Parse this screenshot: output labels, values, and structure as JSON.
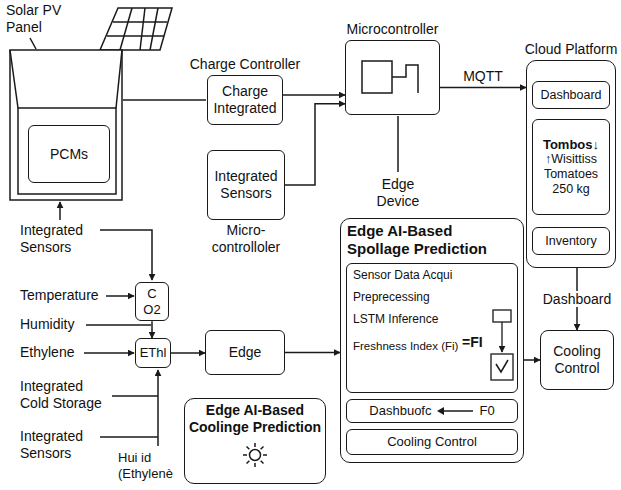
{
  "diagram": {
    "nodes": [
      {
        "text": [
          "PCMs"
        ]
      },
      {
        "text": [
          "Charge Controller",
          "Charge Integrated"
        ]
      },
      {
        "text": [
          "Microcontroller"
        ]
      },
      {
        "text": [
          "Cloud Platform"
        ]
      },
      {
        "text": [
          "Dashboard"
        ],
        "in": 3
      },
      {
        "text": [
          "Tombos↓",
          "↑Wisittiss",
          "Tomatoes 250 kg"
        ],
        "in": 3
      },
      {
        "text": [
          "Inventory"
        ],
        "in": 3
      },
      {
        "text": [
          "Integrated Sensors",
          "Micro- controlloler"
        ]
      },
      {
        "text": [
          "C O2"
        ]
      },
      {
        "text": [
          "EThl"
        ]
      },
      {
        "text": [
          "Edge"
        ]
      },
      {
        "text": [
          "Edge AI-Based Spollage Prediction"
        ]
      },
      {
        "text": [
          "Sensor Data Acqui",
          "Preprecessing",
          "LSTM Inference",
          "Freshness Index (Fi)",
          "=FI"
        ],
        "in": 11
      },
      {
        "text": [
          "Dashbuofc",
          "F0"
        ],
        "in": 11
      },
      {
        "text": [
          "Cooling Control"
        ],
        "in": 11
      },
      {
        "text": [
          "Cooling Control"
        ]
      },
      {
        "text": [
          "Edge AI-Based Coolinge Prediction"
        ]
      }
    ],
    "edges": [
      {
        "from": 1,
        "to": 2,
        "arrow": "to"
      },
      {
        "from": 7,
        "to": 2,
        "arrow": "to"
      },
      {
        "from": 2,
        "to": 3,
        "label": "MQTT",
        "arrow": "to"
      },
      {
        "from": 8,
        "to": 9,
        "arrow": "to"
      },
      {
        "from": 9,
        "to": 10,
        "arrow": "to"
      },
      {
        "from": 10,
        "to": 11,
        "arrow": "to"
      },
      {
        "from": 11,
        "to": 15,
        "arrow": "to"
      },
      {
        "from": 3,
        "to": 15,
        "label": "Dashboard",
        "arrow": "to"
      }
    ],
    "labels": [
      "Solar PV Panel",
      "Edge Device",
      "Integrated Sensors",
      "Temperature",
      "Humidity",
      "Ethylene",
      "Integrated Cold Storage",
      "Integrated Sensors",
      "Hui id (Ethylenè"
    ]
  }
}
